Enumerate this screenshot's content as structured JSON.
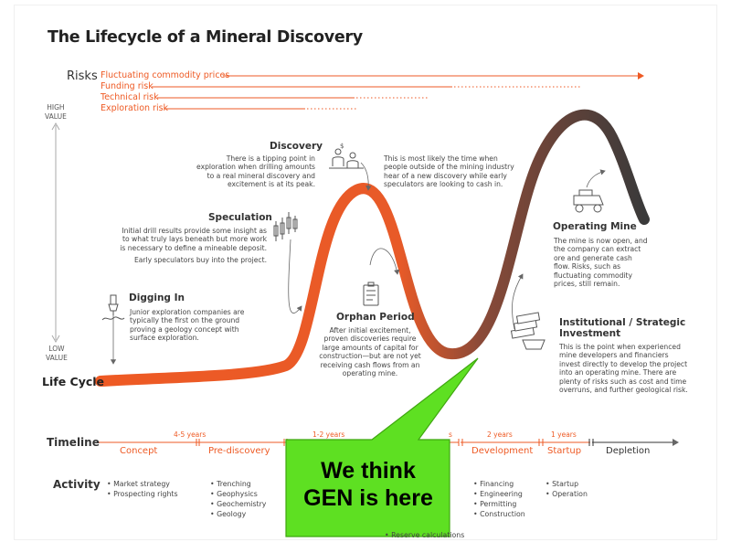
{
  "title": "The Lifecycle of a Mineral Discovery",
  "risks": {
    "label": "Risks",
    "items": [
      "Fluctuating commodity prices",
      "Funding risk",
      "Technical risk",
      "Exploration risk"
    ]
  },
  "value_axis": {
    "high": [
      "HIGH",
      "VALUE"
    ],
    "low": [
      "LOW",
      "VALUE"
    ]
  },
  "life_cycle_label": "Life Cycle",
  "phases": {
    "digging_in": {
      "title": "Digging In",
      "text": [
        "Junior exploration companies are",
        "typically the first on the ground",
        "proving a geology concept with",
        "surface exploration."
      ]
    },
    "speculation": {
      "title": "Speculation",
      "text": [
        "Initial drill results provide some insight as",
        "to what truly lays beneath but more work",
        "is necessary to define a mineable deposit.",
        "",
        "Early speculators buy into the project."
      ]
    },
    "discovery": {
      "title": "Discovery",
      "text": [
        "There is a tipping point in",
        "exploration when drilling amounts",
        "to a real mineral discovery and",
        "excitement is at its peak."
      ],
      "text2": [
        "This is most likely the time when",
        "people outside of the mining industry",
        "hear of a new discovery while early",
        "speculators are looking to cash in."
      ]
    },
    "orphan": {
      "title": "Orphan Period",
      "text": [
        "After initial excitement,",
        "proven discoveries require",
        "large amounts of capital for",
        "construction—but are not yet",
        "receiving cash flows from an",
        "operating mine."
      ]
    },
    "operating": {
      "title": "Operating Mine",
      "text": [
        "The mine is now open, and",
        "the company can extract",
        "ore and generate cash",
        "flow. Risks, such as",
        "fluctuating commodity",
        "prices, still remain."
      ]
    },
    "institutional": {
      "title": [
        "Institutional / Strategic",
        "Investment"
      ],
      "text": [
        "This is the point when experienced",
        "mine developers and financiers",
        "invest directly to develop the project",
        "into an operating mine. There are",
        "plenty of risks such as cost and time",
        "overruns, and further geological risk."
      ]
    }
  },
  "timeline": {
    "label": "Timeline",
    "stages": [
      "Concept",
      "Pre-discovery",
      "Development",
      "Startup",
      "Depletion"
    ],
    "durations": [
      "4-5 years",
      "1-2 years",
      "s",
      "2 years",
      "1 years"
    ]
  },
  "activity": {
    "label": "Activity",
    "concept": [
      "Market strategy",
      "Prospecting rights"
    ],
    "prediscovery": [
      "Trenching",
      "Geophysics",
      "Geochemistry",
      "Geology"
    ],
    "middle": [
      "Reserve calculations"
    ],
    "development": [
      "Financing",
      "Engineering",
      "Permitting",
      "Construction"
    ],
    "startup": [
      "Startup",
      "Operation"
    ]
  },
  "callout": {
    "lines": [
      "We think",
      "GEN is here"
    ]
  },
  "colors": {
    "accent": "#ee5a24",
    "curve_dark": "#3a3a3a",
    "callout_fill": "#5ee022",
    "callout_border": "#3fa610"
  }
}
